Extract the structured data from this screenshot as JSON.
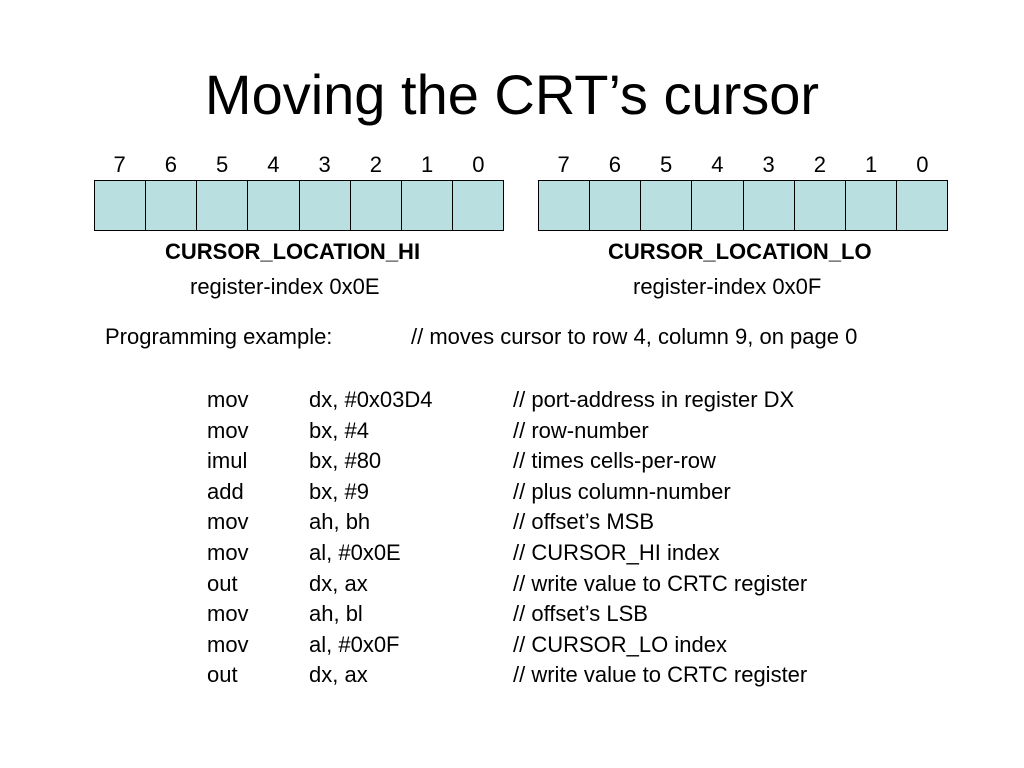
{
  "title": "Moving the CRT’s cursor",
  "registers": [
    {
      "name": "CURSOR_LOCATION_HI",
      "index_label": "register-index 0x0E",
      "bits": [
        "7",
        "6",
        "5",
        "4",
        "3",
        "2",
        "1",
        "0"
      ]
    },
    {
      "name": "CURSOR_LOCATION_LO",
      "index_label": "register-index 0x0F",
      "bits": [
        "7",
        "6",
        "5",
        "4",
        "3",
        "2",
        "1",
        "0"
      ]
    }
  ],
  "cell_color": "#b9dfe0",
  "programming": {
    "label": "Programming example:",
    "comment": "// moves cursor to row 4, column 9, on page 0"
  },
  "code": [
    {
      "op": "mov",
      "args": "dx, #0x03D4",
      "comment": "// port-address in register DX"
    },
    {
      "op": "mov",
      "args": "bx, #4",
      "comment": "// row-number"
    },
    {
      "op": "imul",
      "args": "bx, #80",
      "comment": "// times cells-per-row"
    },
    {
      "op": "add",
      "args": "bx, #9",
      "comment": "// plus column-number"
    },
    {
      "op": "mov",
      "args": "ah, bh",
      "comment": "// offset’s MSB"
    },
    {
      "op": "mov",
      "args": "al, #0x0E",
      "comment": "// CURSOR_HI index"
    },
    {
      "op": "out",
      "args": "dx, ax",
      "comment": "// write value to CRTC register"
    },
    {
      "op": "mov",
      "args": "ah, bl",
      "comment": "// offset’s LSB"
    },
    {
      "op": "mov",
      "args": "al, #0x0F",
      "comment": "// CURSOR_LO index"
    },
    {
      "op": "out",
      "args": "dx, ax",
      "comment": "// write value to CRTC register"
    }
  ]
}
